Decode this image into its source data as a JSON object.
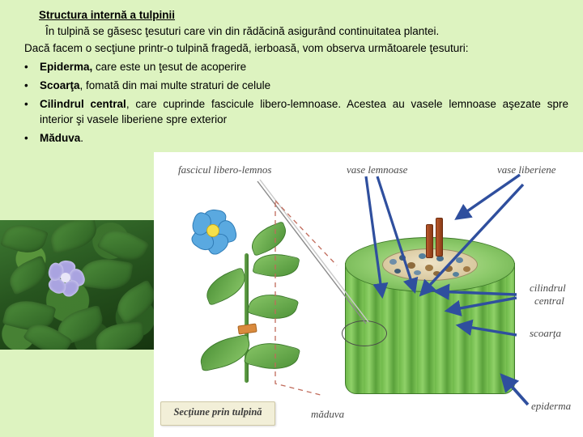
{
  "slide": {
    "title": "Structura internă a tulpinii",
    "paragraph1": "În tulpină se găsesc ţesuturi care vin din rădăcină asigurând continuitatea plantei.",
    "paragraph2": "Dacă facem o secţiune printr-o tulpină fragedă, ierboasă, vom observa următoarele ţesuturi:",
    "bullets": [
      {
        "mark": "•",
        "bold": "Epiderma,",
        "rest": " care este un ţesut de acoperire"
      },
      {
        "mark": "•",
        "bold": "Scoarţa",
        "rest": ", fomată din mai multe straturi de celule"
      },
      {
        "mark": "•",
        "bold": "Cilindrul central",
        "rest": ", care cuprinde fascicule libero-lemnoase. Acestea au vasele lemnoase aşezate spre interior şi vasele liberiene spre exterior"
      },
      {
        "mark": "•",
        "bold": "Măduva",
        "rest": "."
      }
    ]
  },
  "photo": {
    "alt_name": "periwinkle-leaves-photo"
  },
  "diagram": {
    "caption": "Secţiune prin tulpină",
    "labels": {
      "fascicul": "fascicul libero-lemnos",
      "vase_lemnoase": "vase lemnoase",
      "vase_liberiene": "vase liberiene",
      "cilindrul_central_line1": "cilindrul",
      "cilindrul_central_line2": "central",
      "scoarta": "scoarţa",
      "epiderma": "epiderma",
      "maduva": "măduva"
    },
    "colors": {
      "arrow": "#2f4f9e",
      "pointer_line": "#c06a5a",
      "label_text": "#4a4a4a",
      "caption_bg": "#f2efd8"
    }
  }
}
